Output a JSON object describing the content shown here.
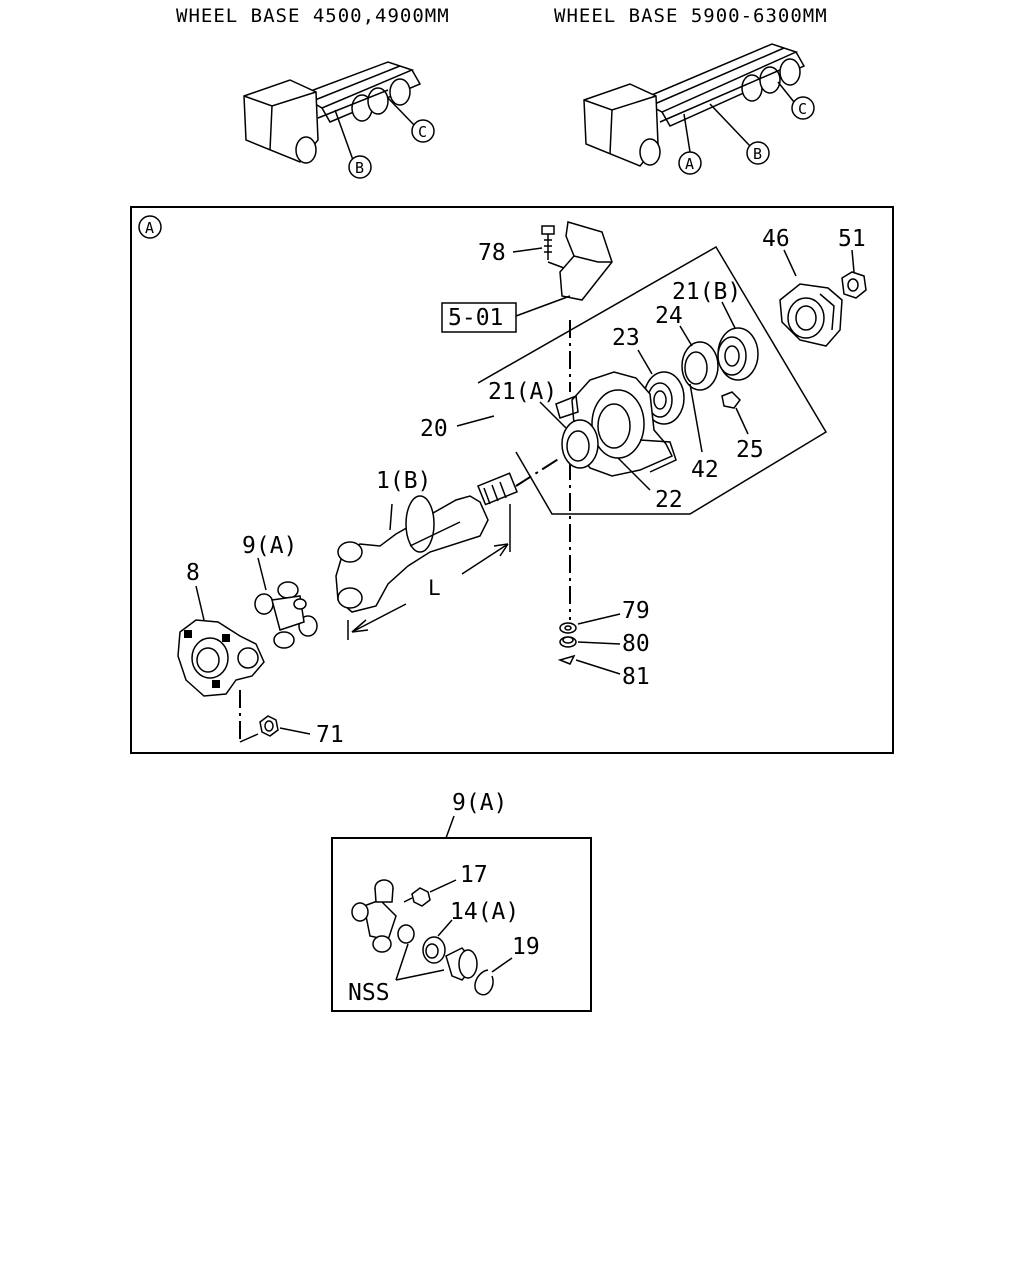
{
  "header": {
    "left_title": "WHEEL BASE 4500,4900MM",
    "right_title": "WHEEL BASE 5900-6300MM"
  },
  "trucks": {
    "left": {
      "markers": [
        "B",
        "C"
      ]
    },
    "right": {
      "markers": [
        "A",
        "B",
        "C"
      ]
    }
  },
  "main_panel": {
    "section_marker": "A",
    "labels": {
      "p78": "78",
      "p5_01": "5-01",
      "p46": "46",
      "p51": "51",
      "p21b": "21(B)",
      "p24": "24",
      "p23": "23",
      "p21a": "21(A)",
      "p20": "20",
      "p25": "25",
      "p42": "42",
      "p22": "22",
      "p1b": "1(B)",
      "p9a": "9(A)",
      "p8": "8",
      "pL": "L",
      "p79": "79",
      "p80": "80",
      "p81": "81",
      "p71": "71"
    }
  },
  "detail_panel": {
    "title": "9(A)",
    "labels": {
      "p17": "17",
      "p14a": "14(A)",
      "p19": "19",
      "nss": "NSS"
    }
  }
}
